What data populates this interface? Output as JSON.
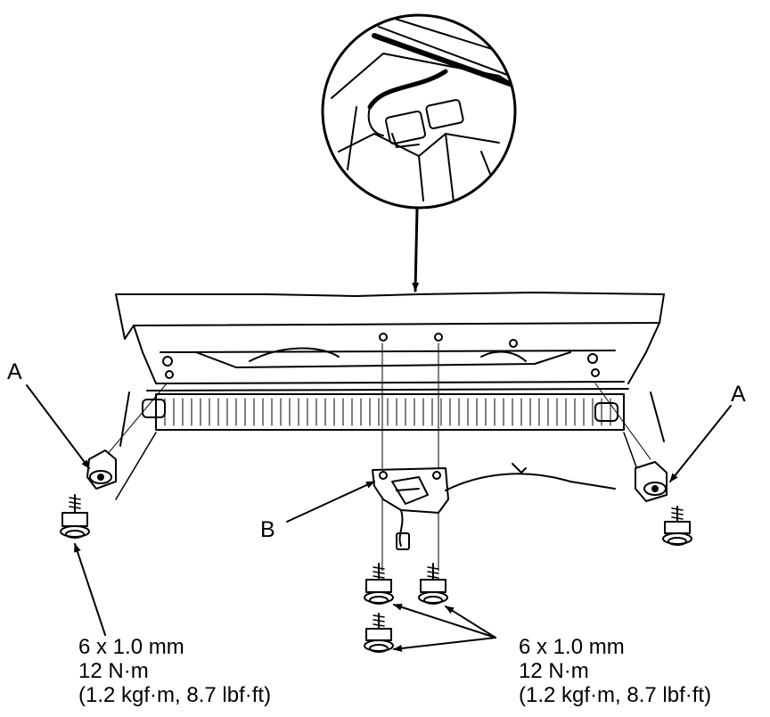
{
  "callouts": {
    "left_bracket": "A",
    "right_bracket": "A",
    "latch": "B"
  },
  "torque_spec_left": {
    "bolt_size": "6 x 1.0 mm",
    "torque": "12 N·m",
    "torque_alt": "(1.2 kgf·m, 8.7 lbf·ft)"
  },
  "torque_spec_right": {
    "bolt_size": "6 x 1.0 mm",
    "torque": "12 N·m",
    "torque_alt": "(1.2 kgf·m, 8.7 lbf·ft)"
  }
}
